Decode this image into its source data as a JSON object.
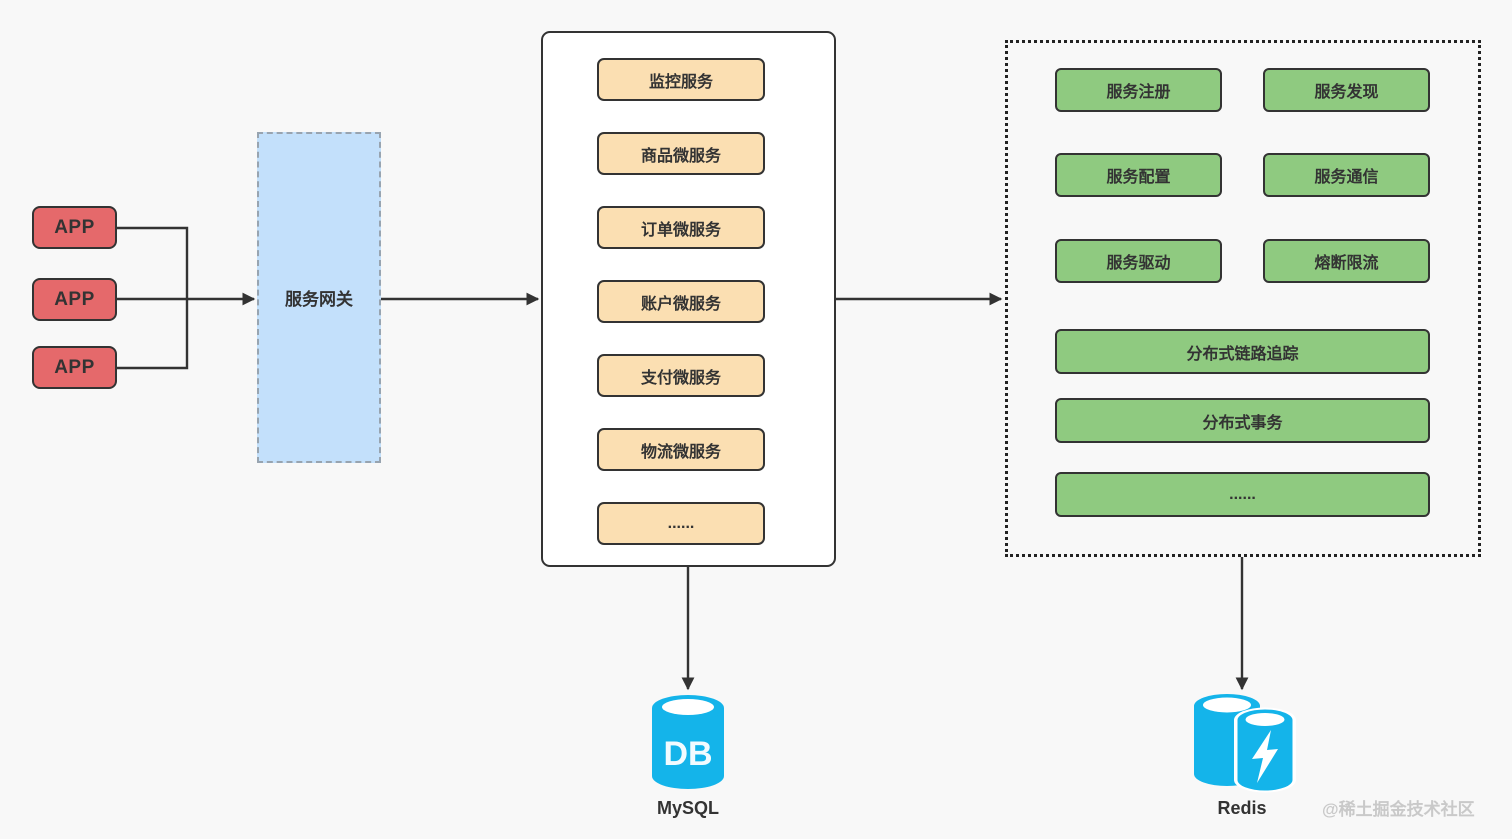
{
  "page": {
    "background": "#f8f8f8",
    "watermark": "@稀土掘金技术社区"
  },
  "colors": {
    "app_node_fill": "#e5696b",
    "gateway_fill": "#c3e0fb",
    "gateway_border": "#98a4b0",
    "service_box_fill": "#fbdfb2",
    "governance_box_fill": "#8fca80",
    "outline": "#333333",
    "database_icon_fill": "#14b4ea",
    "arrow": "#333333"
  },
  "app_nodes": [
    {
      "label": "APP"
    },
    {
      "label": "APP"
    },
    {
      "label": "APP"
    }
  ],
  "gateway": {
    "label": "服务网关"
  },
  "services_panel": {
    "items": [
      "监控服务",
      "商品微服务",
      "订单微服务",
      "账户微服务",
      "支付微服务",
      "物流微服务",
      "......"
    ]
  },
  "governance_panel": {
    "grid_items": [
      "服务注册",
      "服务发现",
      "服务配置",
      "服务通信",
      "服务驱动",
      "熔断限流"
    ],
    "wide_items": [
      "分布式链路追踪",
      "分布式事务",
      "......"
    ]
  },
  "database": {
    "icon_text": "DB",
    "label": "MySQL"
  },
  "cache": {
    "label": "Redis"
  }
}
